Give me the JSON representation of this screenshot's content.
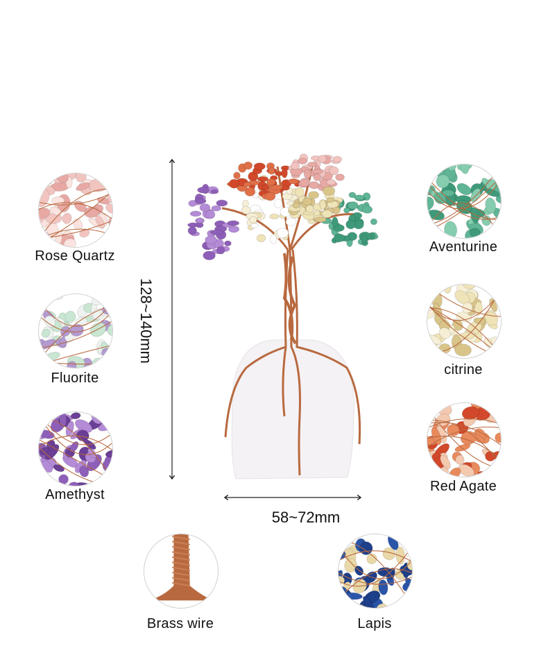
{
  "stones_left": [
    {
      "name": "Rose Quartz",
      "colors": [
        "#f2c4c0",
        "#e8a9a4",
        "#fbe3df"
      ]
    },
    {
      "name": "Fluorite",
      "colors": [
        "#c8e6d2",
        "#b49ad0",
        "#eef3f0"
      ]
    },
    {
      "name": "Amethyst",
      "colors": [
        "#8e5fb8",
        "#b48bd6",
        "#6b3f96"
      ]
    }
  ],
  "stones_right": [
    {
      "name": "Aventurine",
      "colors": [
        "#5fb596",
        "#86cdb0",
        "#3f9a7a"
      ]
    },
    {
      "name": "citrine",
      "colors": [
        "#efe3b8",
        "#f6efd6",
        "#d9c48a"
      ]
    },
    {
      "name": "Red Agate",
      "colors": [
        "#d2482a",
        "#e88a5c",
        "#f3c9b0"
      ]
    }
  ],
  "stones_bottom": [
    {
      "name": "Brass wire",
      "colors": [
        "#b8693f",
        "#c97f55",
        "#f5e6e0"
      ]
    },
    {
      "name": "Lapis",
      "colors": [
        "#1e3f8a",
        "#2b55a8",
        "#e9d8a8"
      ]
    }
  ],
  "dimensions": {
    "height": "128~140mm",
    "width": "58~72mm"
  },
  "colors": {
    "wire": "#b8693f",
    "base": "#f4f2f4"
  }
}
